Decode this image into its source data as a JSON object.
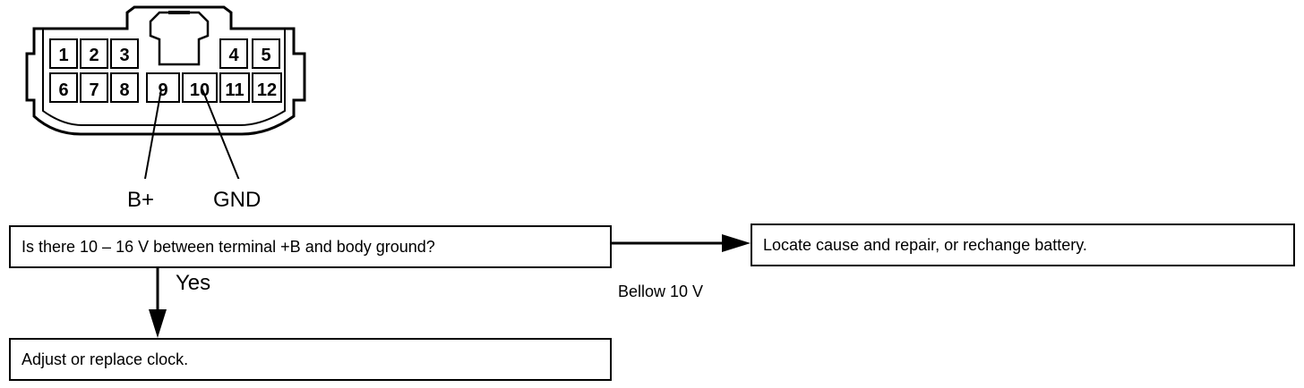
{
  "connector": {
    "pins_top": [
      "1",
      "2",
      "3",
      "4",
      "5"
    ],
    "pins_bottom": [
      "6",
      "7",
      "8",
      "9",
      "10",
      "11",
      "12"
    ],
    "wire_labels": {
      "b_plus": "B+",
      "gnd": "GND"
    }
  },
  "flow": {
    "question": "Is there 10 – 16 V between terminal +B and body ground?",
    "yes_label": "Yes",
    "yes_action": "Adjust or replace clock.",
    "no_label": "Bellow 10 V",
    "no_action": "Locate cause and repair, or rechange battery."
  }
}
